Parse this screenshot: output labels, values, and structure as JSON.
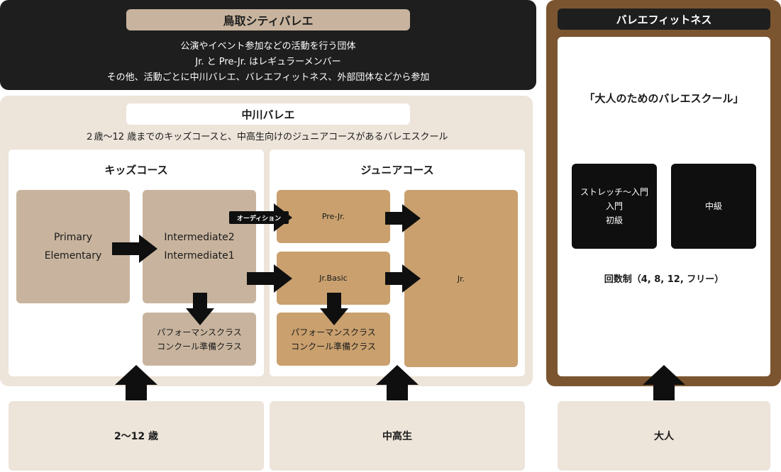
{
  "top": {
    "title": "鳥取シティバレエ",
    "lines": [
      "公演やイベント参加などの活動を行う団体",
      "Jr. と Pre-Jr. はレギュラーメンバー",
      "その他、活動ごとに中川バレエ、バレエフィットネス、外部団体などから参加"
    ]
  },
  "nakagawa": {
    "title": "中川バレエ",
    "description": "２歳〜12 歳までのキッズコースと、中高生向けのジュニアコースがあるバレエスクール",
    "kids": {
      "title": "キッズコース",
      "primary": [
        "Primary",
        "Elementary"
      ],
      "intermediate": [
        "Intermediate2",
        "Intermediate1"
      ],
      "performance": [
        "パフォーマンスクラス",
        "コンクール準備クラス"
      ]
    },
    "junior": {
      "title": "ジュニアコース",
      "audition": "オーディション",
      "pre_jr": "Pre-Jr.",
      "jr_basic": "Jr.Basic",
      "performance": [
        "パフォーマンスクラス",
        "コンクール準備クラス"
      ],
      "jr": "Jr."
    }
  },
  "fitness": {
    "title": "バレエフィットネス",
    "subtitle": "「大人のためのバレエスクール」",
    "beginner": [
      "ストレッチ〜入門",
      "入門",
      "初級"
    ],
    "intermediate": "中級",
    "note": "回数制（4, 8, 12, フリー）"
  },
  "ages": {
    "kids": "2〜12 歳",
    "junior": "中高生",
    "adult": "大人"
  },
  "colors": {
    "dark": "#1e1e1e",
    "tan": "#c8b49e",
    "brown": "#c9a06e",
    "beige": "#ede4da",
    "fitness_frame": "#7b5530"
  }
}
